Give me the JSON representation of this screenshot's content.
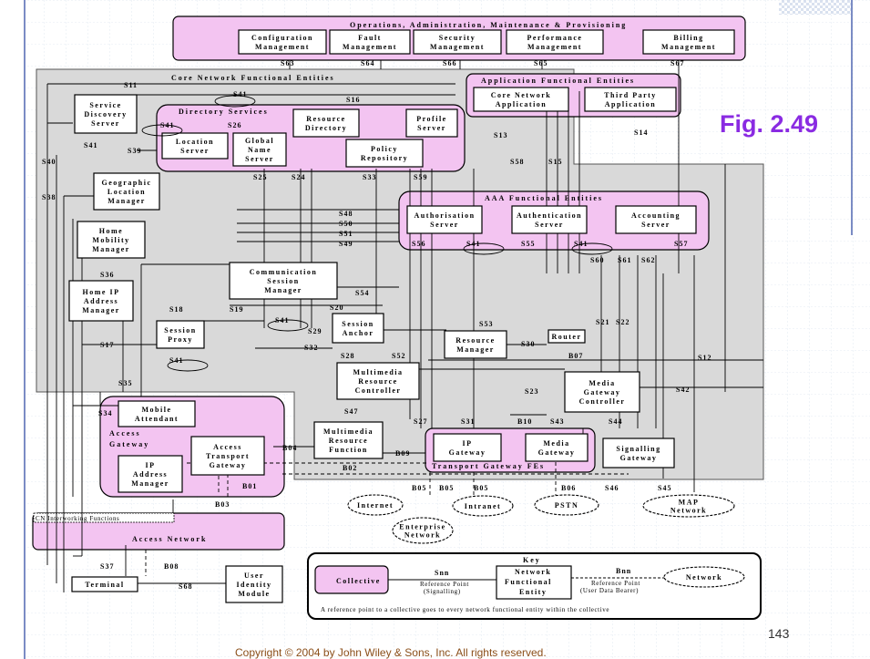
{
  "figure_label": "Fig. 2.49",
  "page_number": "143",
  "copyright": "Copyright © 2004 by John Wiley & Sons, Inc. All rights reserved.",
  "colors": {
    "collective": "#f3c4f1",
    "core": "#d9d9d9",
    "fig": "#8a2be2"
  },
  "oamp": {
    "title": "Operations, Administration, Maintenance & Provisioning",
    "boxes": [
      [
        "Configuration",
        "Management"
      ],
      [
        "Fault",
        "Management"
      ],
      [
        "Security",
        "Management"
      ],
      [
        "Performance",
        "Management"
      ],
      [
        "Billing",
        "Management"
      ]
    ]
  },
  "core": {
    "title": "Core Network Functional Entities"
  },
  "app": {
    "title": "Application Functional Entities",
    "boxes": [
      [
        "Core Network",
        "Application"
      ],
      [
        "Third Party",
        "Application"
      ]
    ]
  },
  "directory": {
    "title": "Directory Services",
    "boxes": [
      [
        "Location",
        "Server"
      ],
      [
        "Global",
        "Name",
        "Server"
      ]
    ]
  },
  "aaa": {
    "title": "AAA Functional Entities",
    "boxes": [
      [
        "Authorisation",
        "Server"
      ],
      [
        "Authentication",
        "Server"
      ],
      [
        "Accounting",
        "Server"
      ]
    ]
  },
  "access_gateway": {
    "title": [
      "Access",
      "Gateway"
    ]
  },
  "transport": {
    "title": "Transport Gateway FEs"
  },
  "access_network": {
    "title": "Access Network",
    "subtitle": "CN Interworking Functions"
  },
  "entities": [
    [
      "Service",
      "Discovery",
      "Server"
    ],
    [
      "Resource",
      "Directory"
    ],
    [
      "Profile",
      "Server"
    ],
    [
      "Policy",
      "Repository"
    ],
    [
      "Geographic",
      "Location",
      "Manager"
    ],
    [
      "Home",
      "Mobility",
      "Manager"
    ],
    [
      "Home IP",
      "Address",
      "Manager"
    ],
    [
      "Communication",
      "Session",
      "Manager"
    ],
    [
      "Session",
      "Proxy"
    ],
    [
      "Session",
      "Anchor"
    ],
    [
      "Resource",
      "Manager"
    ],
    [
      "Router"
    ],
    [
      "Multimedia",
      "Resource",
      "Controller"
    ],
    [
      "Media",
      "Gateway",
      "Controller"
    ],
    [
      "Mobile",
      "Attendant"
    ],
    [
      "Access",
      "Transport",
      "Gateway"
    ],
    [
      "IP",
      "Address",
      "Manager"
    ],
    [
      "Multimedia",
      "Resource",
      "Function"
    ],
    [
      "IP",
      "Gateway"
    ],
    [
      "Media",
      "Gateway"
    ],
    [
      "Signalling",
      "Gateway"
    ],
    [
      "Terminal"
    ],
    [
      "User",
      "Identity",
      "Module"
    ]
  ],
  "clouds": [
    "Internet",
    "Intranet",
    "Enterprise",
    "Network",
    "PSTN",
    "MAP",
    "Network"
  ],
  "refs": [
    "S63",
    "S64",
    "S66",
    "S65",
    "S67",
    "S11",
    "S41",
    "S16",
    "S41",
    "S26",
    "S41",
    "S39",
    "S40",
    "S38",
    "S13",
    "S14",
    "S25",
    "S24",
    "S33",
    "S59",
    "S58",
    "S15",
    "S48",
    "S50",
    "S51",
    "S49",
    "S56",
    "S41",
    "S55",
    "S41",
    "S57",
    "S60",
    "S61",
    "S62",
    "S36",
    "S54",
    "S18",
    "S19",
    "S20",
    "S41",
    "S29",
    "S41",
    "S17",
    "S32",
    "S28",
    "S52",
    "S53",
    "S30",
    "B07",
    "S21",
    "S22",
    "S12",
    "S35",
    "S23",
    "S42",
    "S34",
    "S47",
    "S27",
    "S31",
    "B10",
    "S43",
    "S44",
    "B04",
    "B09",
    "B02",
    "B01",
    "B03",
    "B05",
    "B05",
    "B05",
    "B06",
    "S46",
    "S45",
    "S37",
    "B08",
    "S68"
  ],
  "key": {
    "title": "Key",
    "collective": "Collective",
    "snn": "Snn",
    "snn_desc": [
      "Reference Point",
      "(Signalling)"
    ],
    "nfe": [
      "Network",
      "Functional",
      "Entity"
    ],
    "bnn": "Bnn",
    "bnn_desc": [
      "Reference Point",
      "(User Data Bearer)"
    ],
    "network": "Network",
    "note": "A reference point to a collective goes to every network functional entity within the collective"
  }
}
